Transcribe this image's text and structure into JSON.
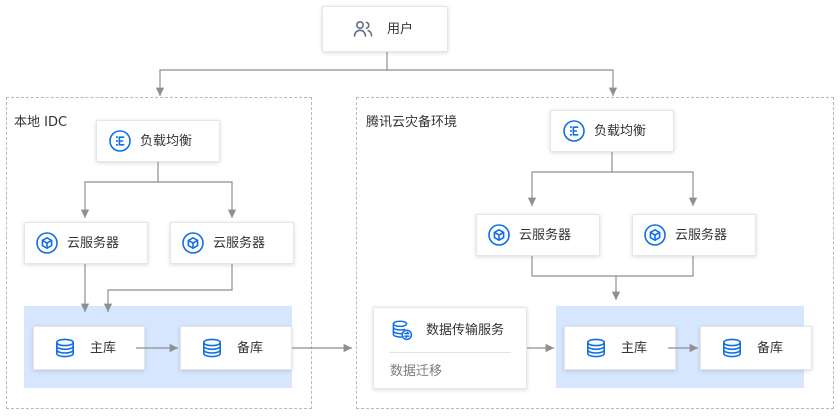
{
  "user": {
    "label": "用户",
    "icon": "users-icon"
  },
  "local_idc": {
    "title": "本地 IDC",
    "load_balancer": {
      "label": "负载均衡",
      "icon": "load-balancer-icon"
    },
    "servers": [
      {
        "label": "云服务器",
        "icon": "cloud-server-icon"
      },
      {
        "label": "云服务器",
        "icon": "cloud-server-icon"
      }
    ],
    "databases": [
      {
        "label": "主库",
        "icon": "database-icon"
      },
      {
        "label": "备库",
        "icon": "database-icon"
      }
    ]
  },
  "dr_env": {
    "title": "腾讯云灾备环境",
    "load_balancer": {
      "label": "负载均衡",
      "icon": "load-balancer-icon"
    },
    "servers": [
      {
        "label": "云服务器",
        "icon": "cloud-server-icon"
      },
      {
        "label": "云服务器",
        "icon": "cloud-server-icon"
      }
    ],
    "databases": [
      {
        "label": "主库",
        "icon": "database-icon"
      },
      {
        "label": "备库",
        "icon": "database-icon"
      }
    ]
  },
  "dts": {
    "label": "数据传输服务",
    "subtitle": "数据迁移",
    "icon": "data-transfer-icon"
  },
  "colors": {
    "accent": "#0f6fe8",
    "db_band": "#d6e6ff",
    "connector": "#8f8f8f",
    "border_dashed": "#b9b9b9"
  }
}
